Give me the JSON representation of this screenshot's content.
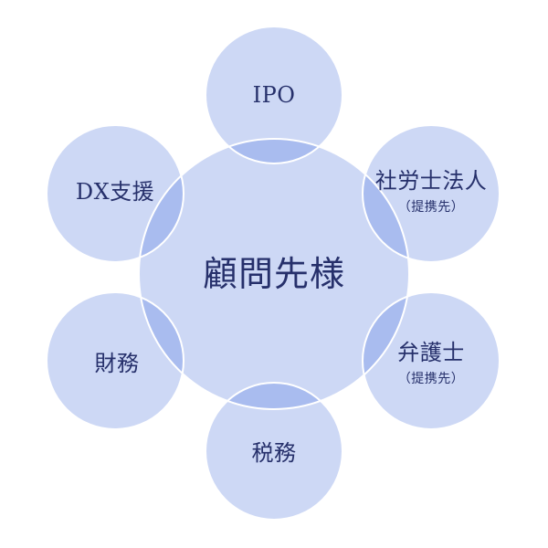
{
  "diagram": {
    "center": {
      "label": "顧問先様"
    },
    "nodes": [
      {
        "id": "ipo",
        "label": "IPO",
        "sublabel": ""
      },
      {
        "id": "sharoushi",
        "label": "社労士法人",
        "sublabel": "（提携先）"
      },
      {
        "id": "bengoshi",
        "label": "弁護士",
        "sublabel": "（提携先）"
      },
      {
        "id": "zeimu",
        "label": "税務",
        "sublabel": ""
      },
      {
        "id": "zaimu",
        "label": "財務",
        "sublabel": ""
      },
      {
        "id": "dx",
        "label": "DX支援",
        "sublabel": ""
      }
    ],
    "colors": {
      "circle_fill": "#cdd8f5",
      "overlap_fill": "#a9bcef",
      "circle_stroke": "#ffffff",
      "text": "#26306b"
    }
  }
}
